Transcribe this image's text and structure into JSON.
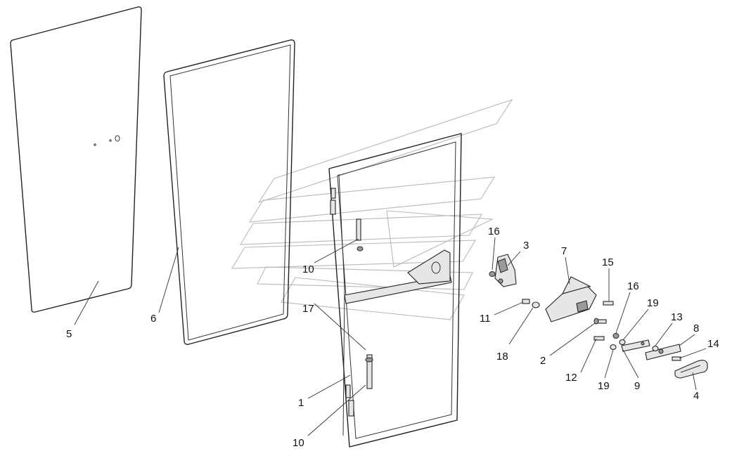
{
  "callouts": [
    {
      "id": "c5",
      "text": "5"
    },
    {
      "id": "c6",
      "text": "6"
    },
    {
      "id": "c10a",
      "text": "10"
    },
    {
      "id": "c17",
      "text": "17"
    },
    {
      "id": "c1",
      "text": "1"
    },
    {
      "id": "c10b",
      "text": "10"
    },
    {
      "id": "c16a",
      "text": "16"
    },
    {
      "id": "c3",
      "text": "3"
    },
    {
      "id": "c7",
      "text": "7"
    },
    {
      "id": "c15",
      "text": "15"
    },
    {
      "id": "c11",
      "text": "11"
    },
    {
      "id": "c18",
      "text": "18"
    },
    {
      "id": "c2",
      "text": "2"
    },
    {
      "id": "c16b",
      "text": "16"
    },
    {
      "id": "c19a",
      "text": "19"
    },
    {
      "id": "c13",
      "text": "13"
    },
    {
      "id": "c8",
      "text": "8"
    },
    {
      "id": "c14",
      "text": "14"
    },
    {
      "id": "c12",
      "text": "12"
    },
    {
      "id": "c19b",
      "text": "19"
    },
    {
      "id": "c9",
      "text": "9"
    },
    {
      "id": "c4",
      "text": "4"
    }
  ]
}
